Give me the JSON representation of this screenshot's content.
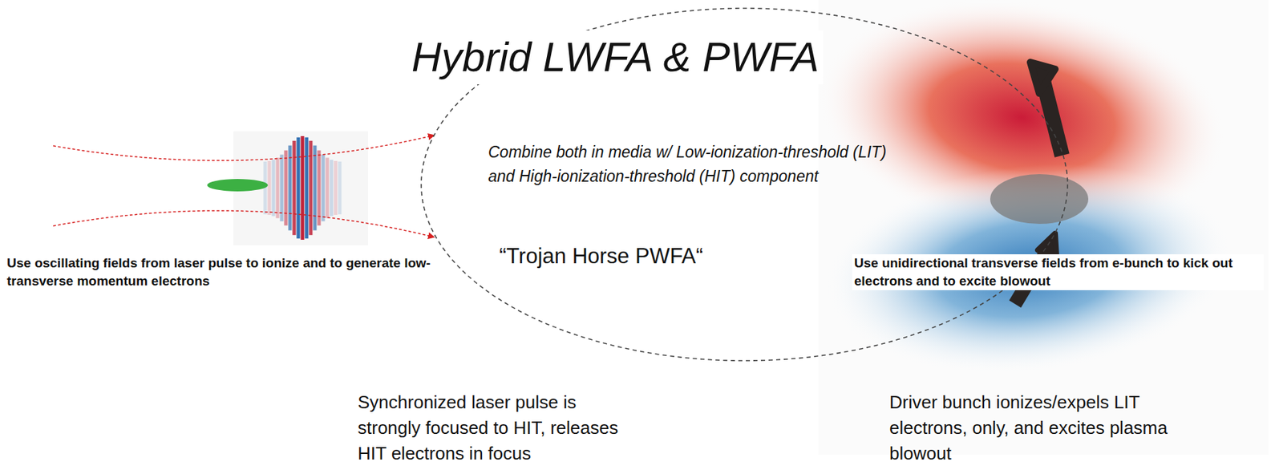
{
  "diagram": {
    "title": "Hybrid LWFA & PWFA",
    "labels": [
      "Combine both in media w/ Low-ionization-threshold (LIT) and High-ionization-threshold (HIT) component",
      "“Trojan Horse PWFA“",
      "Use oscillating fields from laser pulse to ionize and to generate low-transverse momentum electrons",
      "Use unidirectional transverse fields from e-bunch to kick out electrons and to excite blowout",
      "Synchronized laser pulse is strongly focused to HIT, releases HIT electrons in focus",
      "Driver bunch ionizes/expels LIT electrons, only, and excites plasma blowout"
    ]
  }
}
